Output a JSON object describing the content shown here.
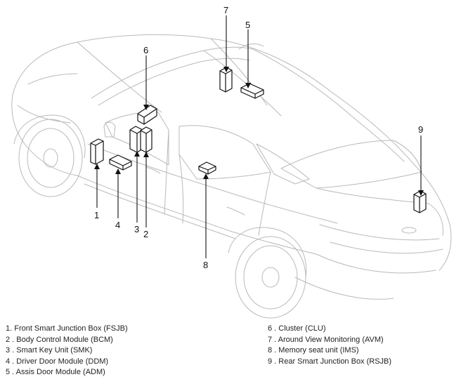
{
  "diagram": {
    "callouts": [
      "1",
      "2",
      "3",
      "4",
      "5",
      "6",
      "7",
      "8",
      "9"
    ],
    "legend_left": [
      "1. Front Smart Junction Box (FSJB)",
      "2 . Body Control Module (BCM)",
      "3 . Smart Key Unit (SMK)",
      "4 . Driver Door Module (DDM)",
      "5 . Assis Door Module (ADM)"
    ],
    "legend_right": [
      "6 . Cluster (CLU)",
      "7 . Around View Monitoring (AVM)",
      "8 . Memory seat unit (IMS)",
      "9 . Rear Smart Junction Box (RSJB)"
    ]
  }
}
